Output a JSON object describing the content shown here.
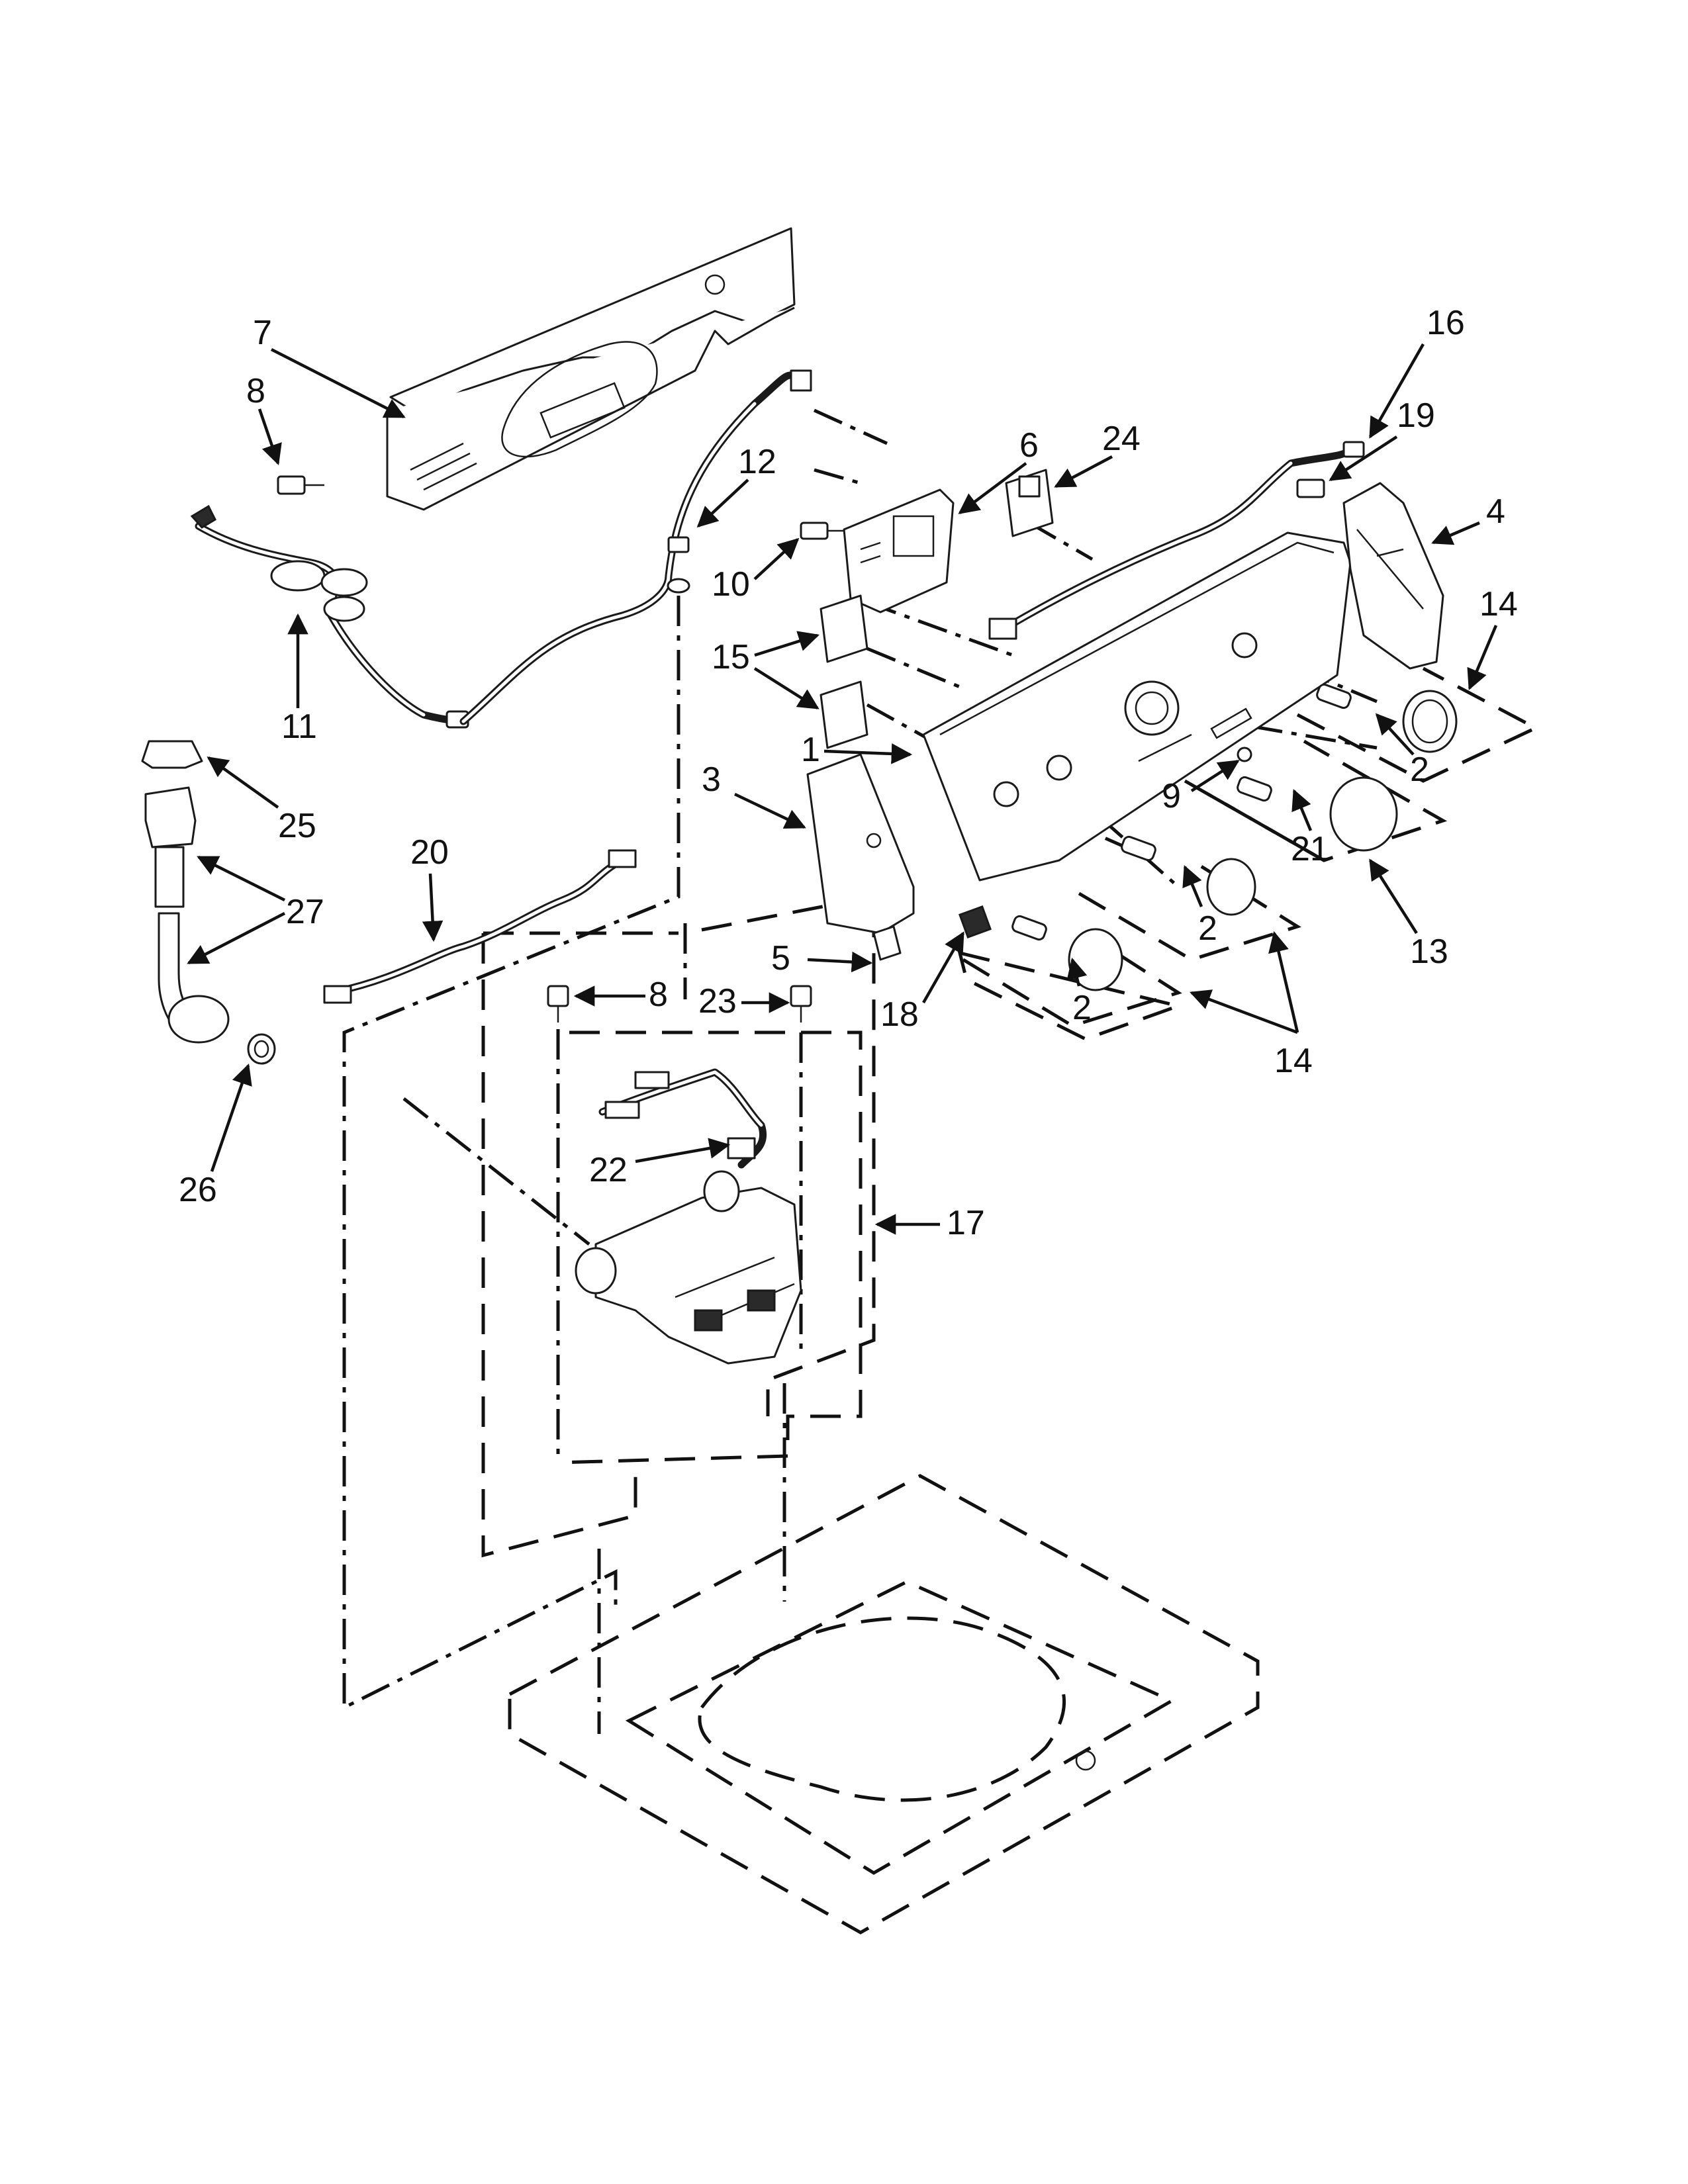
{
  "callouts": {
    "c1": "1",
    "c2a": "2",
    "c2b": "2",
    "c2c": "2",
    "c3": "3",
    "c4": "4",
    "c5": "5",
    "c6": "6",
    "c7": "7",
    "c8a": "8",
    "c8b": "8",
    "c9": "9",
    "c10": "10",
    "c11": "11",
    "c12": "12",
    "c13": "13",
    "c14a": "14",
    "c14b": "14",
    "c15": "15",
    "c16": "16",
    "c17": "17",
    "c18": "18",
    "c19": "19",
    "c20": "20",
    "c21": "21",
    "c22": "22",
    "c23": "23",
    "c24": "24",
    "c25": "25",
    "c26": "26",
    "c27": "27"
  },
  "icons": {
    "rear_panel": "rear-panel-icon",
    "console": "control-console-icon",
    "valve": "water-valve-icon",
    "top": "washer-top-icon"
  }
}
